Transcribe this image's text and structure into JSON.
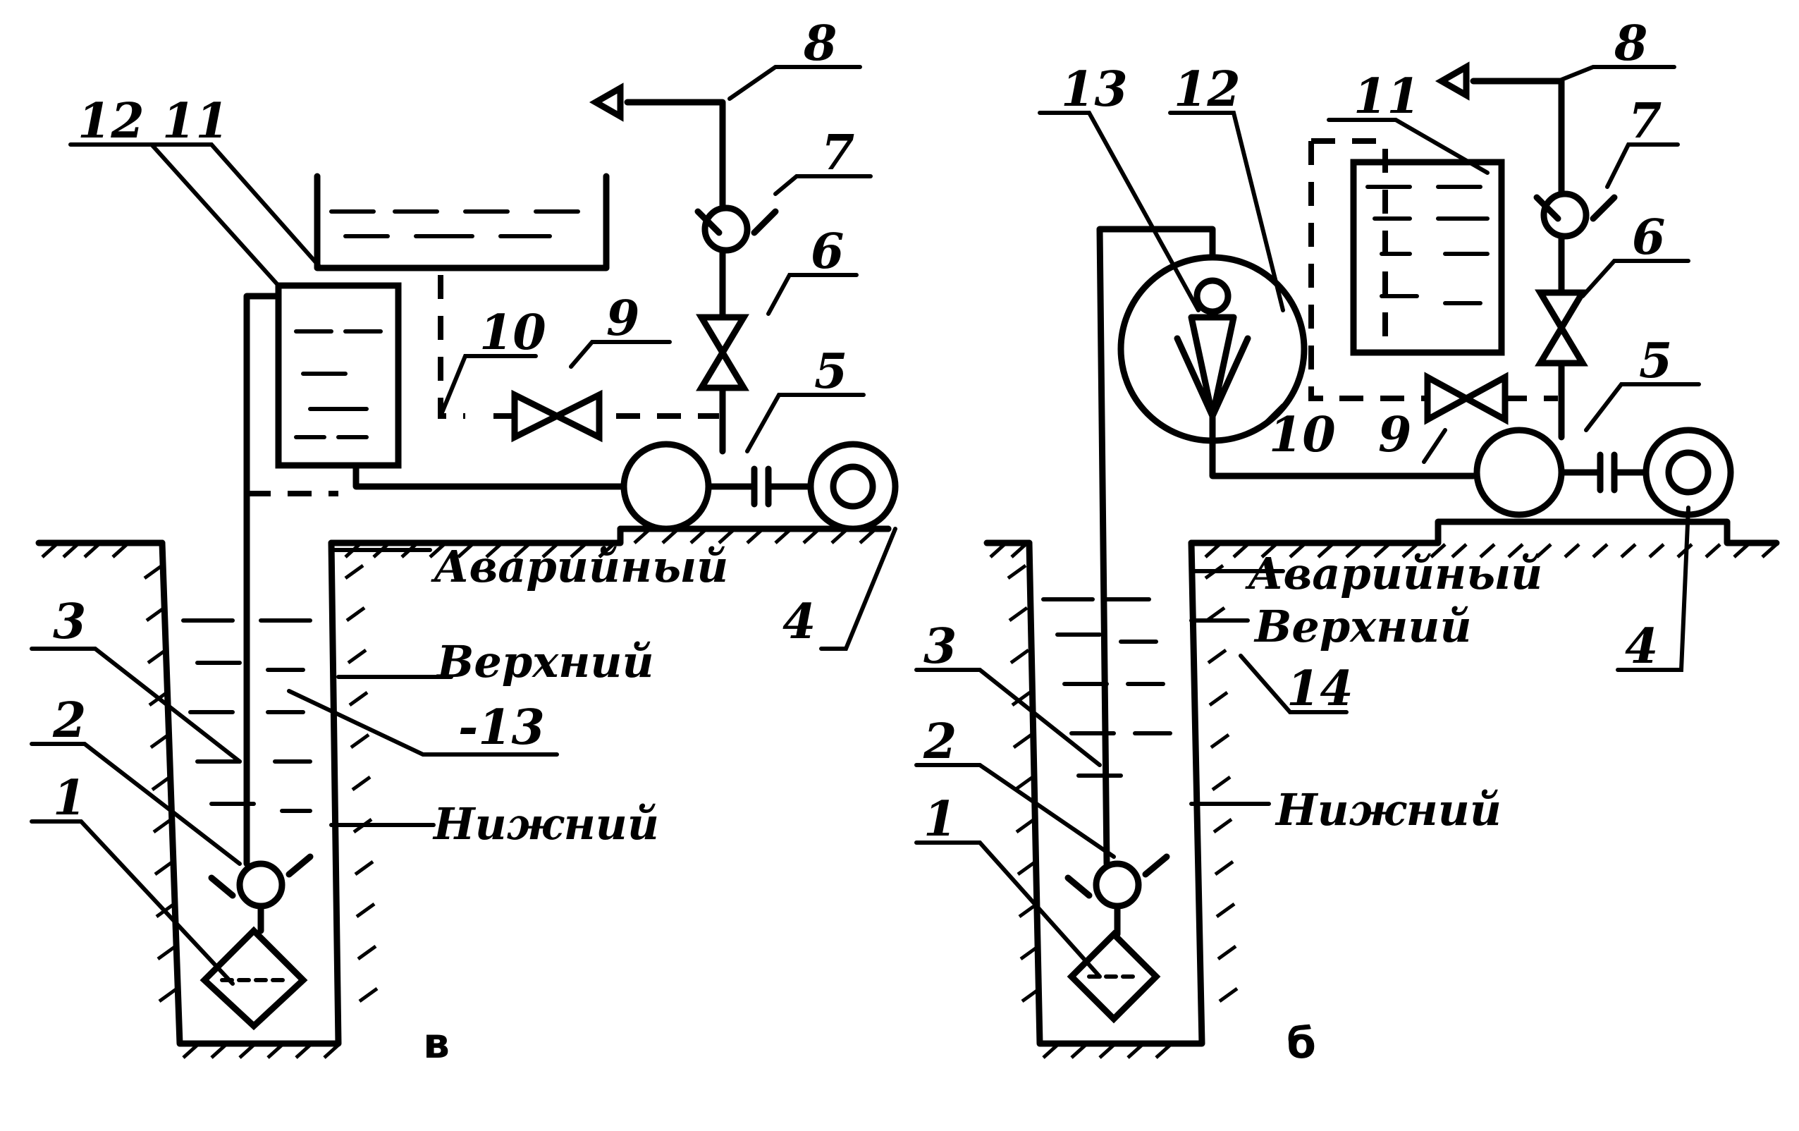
{
  "figure_a": {
    "subfigure_label": "в",
    "labels": {
      "n1": "1",
      "n2": "2",
      "n3": "3",
      "n4": "4",
      "n5": "5",
      "n6": "6",
      "n7": "7",
      "n8": "8",
      "n9": "9",
      "n10": "10",
      "n11": "11",
      "n12": "12",
      "n13": "-13"
    },
    "levels": {
      "emergency": "Аварийный",
      "upper": "Верхний",
      "lower": "Нижний"
    }
  },
  "figure_b": {
    "subfigure_label": "б",
    "labels": {
      "n1": "1",
      "n2": "2",
      "n3": "3",
      "n4": "4",
      "n5": "5",
      "n6": "6",
      "n7": "7",
      "n8": "8",
      "n9": "9",
      "n10": "10",
      "n11": "11",
      "n12": "12",
      "n13": "13",
      "n14": "14"
    },
    "levels": {
      "emergency": "Аварийный",
      "upper": "Верхний",
      "lower": "Нижний"
    }
  }
}
